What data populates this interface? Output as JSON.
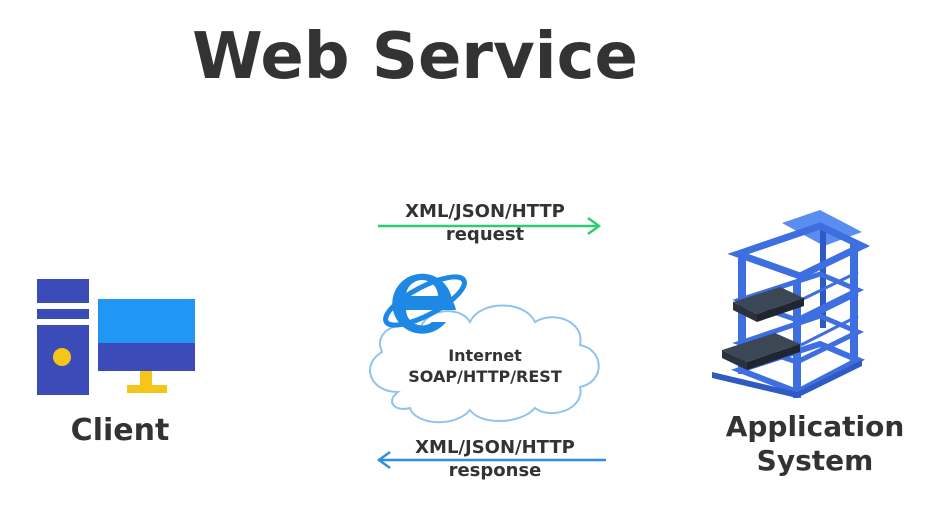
{
  "title": "Web Service",
  "client": {
    "label": "Client"
  },
  "server": {
    "label_line1": "Application",
    "label_line2": "System"
  },
  "request": {
    "protocol": "XML/JSON/HTTP",
    "label": "request",
    "color": "#2ecc71"
  },
  "response": {
    "protocol": "XML/JSON/HTTP",
    "label": "response",
    "color": "#2f8de4"
  },
  "internet": {
    "label": "Internet",
    "protocols": "SOAP/HTTP/REST"
  },
  "colors": {
    "client_dark": "#3b4bb8",
    "client_light": "#2196f3",
    "client_accent": "#f5c518",
    "server_frame": "#3d6fe0",
    "browser_icon": "#1e88e5"
  }
}
